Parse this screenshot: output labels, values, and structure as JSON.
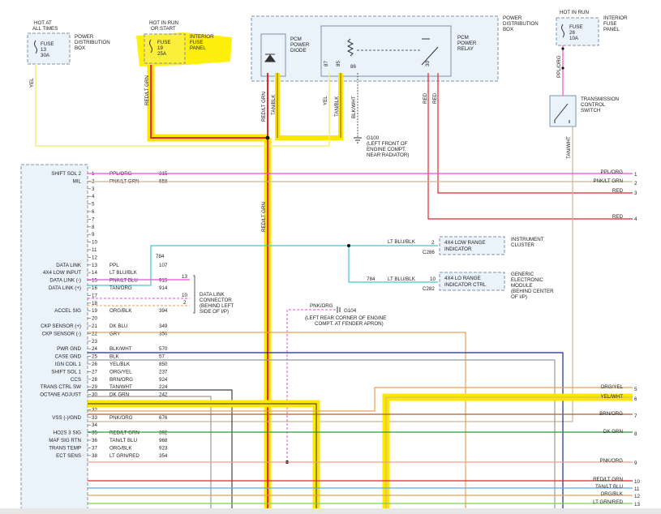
{
  "colors": {
    "red": "#e3262d",
    "yellow": "#ffe600",
    "yellow_wire": "#f2ee7a",
    "pink": "#e94fd2",
    "cyan": "#3fc9cf",
    "navy": "#1a2a8c",
    "orange": "#e0a25a",
    "green": "#2e9a3a",
    "tan": "#c9b691",
    "gray": "#9a9a9a",
    "black": "#444444",
    "panel": "#eaf2fa"
  },
  "top": {
    "hot_all_times": [
      "HOT AT",
      "ALL TIMES"
    ],
    "fuse13": [
      "FUSE",
      "13",
      "30A"
    ],
    "pdb1": [
      "POWER",
      "DISTRIBUTION",
      "BOX"
    ],
    "hot_run_start": [
      "HOT IN RUN",
      "OR START"
    ],
    "fuse19": [
      "FUSE",
      "19",
      "25A"
    ],
    "ifp1": [
      "INTERIOR",
      "FUSE",
      "PANEL"
    ],
    "pcm_diode": [
      "PCM",
      "POWER",
      "DIODE"
    ],
    "pin87": "87",
    "pin85": "85",
    "pin86": "86",
    "pin30": "30",
    "pcm_relay": [
      "PCM",
      "POWER",
      "RELAY"
    ],
    "pdb2": [
      "POWER",
      "DISTRIBUTION",
      "BOX"
    ],
    "hot_run": "HOT IN RUN",
    "fuse26": [
      "FUSE",
      "26",
      "10A"
    ],
    "ifp2": [
      "INTERIOR",
      "FUSE",
      "PANEL"
    ],
    "tcs": [
      "TRANSMISSION",
      "CONTROL",
      "SWITCH"
    ],
    "g100": [
      "G100",
      "(LEFT FRONT OF",
      "ENGINE COMPT.",
      "NEAR RADIATOR)"
    ]
  },
  "wire_labels": {
    "yel_left": "YEL",
    "red_lt_grn_1": "RED/LT GRN",
    "red_lt_grn_2": "RED/LT GRN",
    "tan_blk": "TAN/BLK",
    "yel_mid": "YEL",
    "tan_blk_2": "TAN/BLK",
    "blk_wht": "BLK/WHT",
    "red_a": "RED",
    "red_b": "RED",
    "ppl_org_top": "PPL/ORG",
    "tan_wht_v": "TAN/WHT",
    "red_lt_grn_v": "RED/LT GRN",
    "w784_a": "784",
    "w784_b": "784",
    "lt_blu_blk_a": "LT BLU/BLK",
    "lt_blu_blk_b": "LT BLU/BLK",
    "pnk_org": "PNK/ORG",
    "g104": "G104",
    "g104_desc": [
      "(LEFT REAR CORNER OF ENGINE",
      "COMPT. AT FENDER APRON)"
    ]
  },
  "pcm_pins": [
    {
      "n": "1",
      "name": "SHIFT SOL 2",
      "wire": "PPL/ORG",
      "circuit": "315"
    },
    {
      "n": "2",
      "name": "MIL",
      "wire": "PNK/LT GRN",
      "circuit": "658"
    },
    {
      "n": "3",
      "name": "",
      "wire": "",
      "circuit": ""
    },
    {
      "n": "4",
      "name": "",
      "wire": "",
      "circuit": ""
    },
    {
      "n": "5",
      "name": "",
      "wire": "",
      "circuit": ""
    },
    {
      "n": "6",
      "name": "",
      "wire": "",
      "circuit": ""
    },
    {
      "n": "7",
      "name": "",
      "wire": "",
      "circuit": ""
    },
    {
      "n": "8",
      "name": "",
      "wire": "",
      "circuit": ""
    },
    {
      "n": "9",
      "name": "",
      "wire": "",
      "circuit": ""
    },
    {
      "n": "10",
      "name": "",
      "wire": "",
      "circuit": ""
    },
    {
      "n": "11",
      "name": "",
      "wire": "",
      "circuit": ""
    },
    {
      "n": "12",
      "name": "",
      "wire": "",
      "circuit": ""
    },
    {
      "n": "13",
      "name": "DATA LINK",
      "wire": "PPL",
      "circuit": "107"
    },
    {
      "n": "14",
      "name": "4X4 LOW INPUT",
      "wire": "LT BLU/BLK",
      "circuit": ""
    },
    {
      "n": "15",
      "name": "DATA LINK (-)",
      "wire": "PNK/LT BLU",
      "circuit": "915"
    },
    {
      "n": "16",
      "name": "DATA LINK (+)",
      "wire": "TAN/ORG",
      "circuit": "914"
    },
    {
      "n": "17",
      "name": "",
      "wire": "",
      "circuit": ""
    },
    {
      "n": "18",
      "name": "",
      "wire": "",
      "circuit": ""
    },
    {
      "n": "19",
      "name": "ACCEL SIG",
      "wire": "ORG/BLK",
      "circuit": "394"
    },
    {
      "n": "20",
      "name": "",
      "wire": "",
      "circuit": ""
    },
    {
      "n": "21",
      "name": "CKP SENSOR (+)",
      "wire": "DK BLU",
      "circuit": "349"
    },
    {
      "n": "22",
      "name": "CKP SENSOR (-)",
      "wire": "GRY",
      "circuit": "350"
    },
    {
      "n": "23",
      "name": "",
      "wire": "",
      "circuit": ""
    },
    {
      "n": "24",
      "name": "PWR GND",
      "wire": "BLK/WHT",
      "circuit": "570"
    },
    {
      "n": "25",
      "name": "CASE GND",
      "wire": "BLK",
      "circuit": "57"
    },
    {
      "n": "26",
      "name": "IGN COIL 1",
      "wire": "YEL/BLK",
      "circuit": "850"
    },
    {
      "n": "27",
      "name": "SHIFT SOL 1",
      "wire": "ORG/YEL",
      "circuit": "237"
    },
    {
      "n": "28",
      "name": "CCS",
      "wire": "BRN/ORG",
      "circuit": "924"
    },
    {
      "n": "29",
      "name": "TRANS CTRL SW",
      "wire": "TAN/WHT",
      "circuit": "224"
    },
    {
      "n": "30",
      "name": "OCTANE ADJUST",
      "wire": "DK GRN",
      "circuit": "242"
    },
    {
      "n": "31",
      "name": "",
      "wire": "",
      "circuit": ""
    },
    {
      "n": "32",
      "name": "",
      "wire": "",
      "circuit": ""
    },
    {
      "n": "33",
      "name": "VSS (-)/GND",
      "wire": "PNK/ORG",
      "circuit": "676"
    },
    {
      "n": "34",
      "name": "",
      "wire": "",
      "circuit": ""
    },
    {
      "n": "35",
      "name": "HO2S 3 SIG",
      "wire": "RED/LT GRN",
      "circuit": "392"
    },
    {
      "n": "36",
      "name": "MAF SIG RTN",
      "wire": "TAN/LT BLU",
      "circuit": "968"
    },
    {
      "n": "37",
      "name": "TRANS TEMP",
      "wire": "ORG/BLK",
      "circuit": "923"
    },
    {
      "n": "38",
      "name": "ECT SENS",
      "wire": "LT GRN/RED",
      "circuit": "354"
    }
  ],
  "right_pins": [
    {
      "n": "1",
      "wire": "PPL/ORG"
    },
    {
      "n": "2",
      "wire": "PNK/LT GRN"
    },
    {
      "n": "3",
      "wire": "RED"
    },
    {
      "n": "4",
      "wire": "RED"
    },
    {
      "n": "5",
      "wire": "ORG/YEL"
    },
    {
      "n": "6",
      "wire": "YEL/WHT"
    },
    {
      "n": "7",
      "wire": "BRN/ORG"
    },
    {
      "n": "8",
      "wire": "DK GRN"
    },
    {
      "n": "9",
      "wire": "PNK/ORG"
    },
    {
      "n": "10",
      "wire": "RED/LT GRN"
    },
    {
      "n": "11",
      "wire": "TAN/LT BLU"
    },
    {
      "n": "12",
      "wire": "ORG/BLK"
    },
    {
      "n": "13",
      "wire": "LT GRN/RED"
    }
  ],
  "connectors": {
    "instrument_cluster": {
      "pin": "2",
      "label": [
        "4X4 LOW RANGE",
        "INDICATOR"
      ],
      "conn": "C286",
      "title": [
        "INSTRUMENT",
        "CLUSTER"
      ]
    },
    "gem": {
      "pin": "10",
      "label": [
        "4X4 LO RANGE",
        "INDICATOR CTRL"
      ],
      "conn": "C282",
      "title": [
        "GENERIC",
        "ELECTRONIC",
        "MODULE",
        "(BEHIND CENTER",
        "OF I/P)"
      ]
    },
    "dlc": {
      "pins": [
        "13",
        "10",
        "2"
      ],
      "title": [
        "DATA LINK",
        "CONNECTOR",
        "(BEHIND LEFT",
        "SIDE OF I/P)"
      ]
    }
  }
}
